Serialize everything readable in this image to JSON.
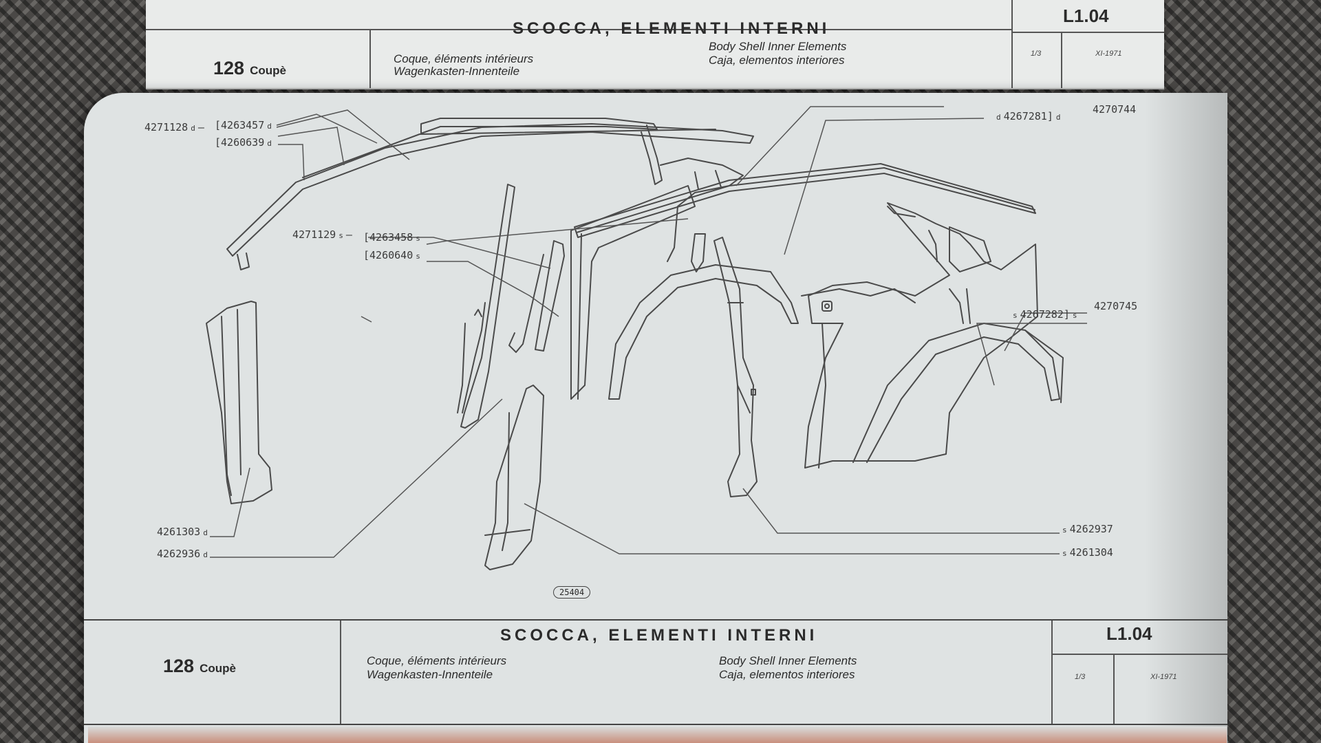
{
  "header": {
    "model_number": "128",
    "model_name": "Coupè",
    "title": "SCOCCA, ELEMENTI INTERNI",
    "fr": "Coque, éléments intérieurs",
    "de": "Wagenkasten-Innenteile",
    "en": "Body Shell Inner Elements",
    "es": "Caja, elementos interiores",
    "table_code": "L1.04",
    "sheet": "1/3",
    "date": "XI-1971"
  },
  "footer": {
    "model_number": "128",
    "model_name": "Coupè",
    "title": "SCOCCA, ELEMENTI INTERNI",
    "fr": "Coque, éléments intérieurs",
    "de": "Wagenkasten-Innenteile",
    "en": "Body Shell Inner Elements",
    "es": "Caja, elementos interiores",
    "table_code": "L1.04",
    "sheet": "1/3",
    "date": "XI-1971"
  },
  "diagram": {
    "figure_number": "25404",
    "parts": [
      {
        "number": "4271128",
        "side": "d"
      },
      {
        "number": "4263457",
        "side": "d"
      },
      {
        "number": "4260639",
        "side": "d"
      },
      {
        "number": "4271129",
        "side": "s"
      },
      {
        "number": "4263458",
        "side": "s"
      },
      {
        "number": "4260640",
        "side": "s"
      },
      {
        "number": "4261303",
        "side": "d"
      },
      {
        "number": "4262936",
        "side": "d"
      },
      {
        "number": "4267281",
        "side": "d"
      },
      {
        "number": "4270744",
        "side": ""
      },
      {
        "number": "4267282",
        "side": "s"
      },
      {
        "number": "4270745",
        "side": ""
      },
      {
        "number": "4262937",
        "side": "s"
      },
      {
        "number": "4261304",
        "side": "s"
      }
    ]
  },
  "colors": {
    "paper": "#dfe3e3",
    "ink": "#2b2b2b",
    "background": "#4a4846"
  }
}
